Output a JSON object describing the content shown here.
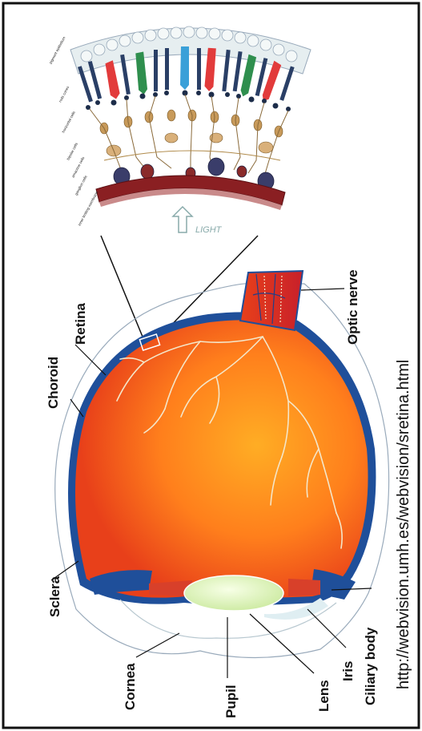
{
  "labels": {
    "cornea": "Cornea",
    "pupil": "Pupil",
    "lens": "Lens",
    "iris": "Iris",
    "ciliary_body": "Ciliary body",
    "sclera": "Sclera",
    "choroid": "Choroid",
    "retina": "Retina",
    "optic_nerve": "Optic nerve"
  },
  "inset": {
    "light_label": "LIGHT",
    "layer_labels": [
      "pigment epithelium",
      "rods cones",
      "horizontal cells",
      "bipolar cells",
      "amacrine cells",
      "ganglion cells",
      "inner limiting membrane"
    ]
  },
  "source_url": "http://webvision.umh.es/webvision/sretina.html",
  "colors": {
    "frame": "#111111",
    "eye_fill_center": "#ff9a1e",
    "eye_fill_edge": "#e8401a",
    "choroid": "#1f4f9a",
    "lens": "#e6f5c8",
    "vessels": "#f4e6c9"
  }
}
